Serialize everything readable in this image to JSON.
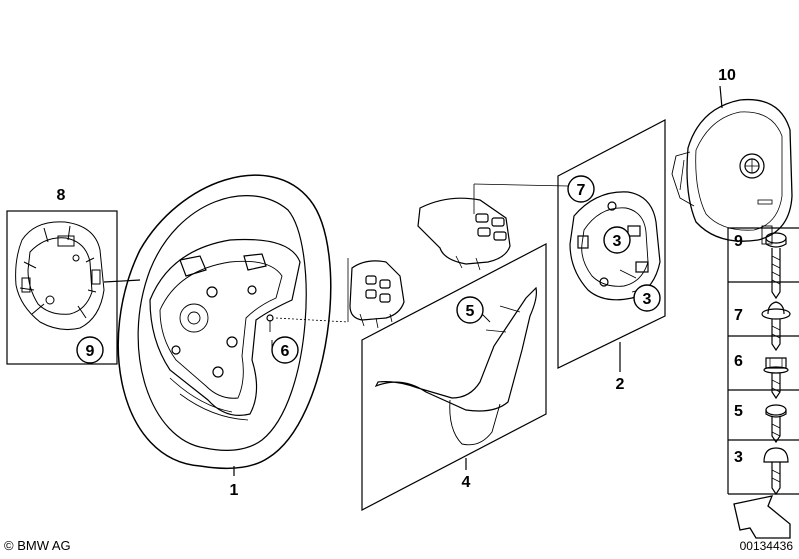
{
  "callouts": {
    "c1": "1",
    "c2": "2",
    "c3a": "3",
    "c3b": "3",
    "c4": "4",
    "c5": "5",
    "c6": "6",
    "c7": "7",
    "c8": "8",
    "c9": "9",
    "c10": "10"
  },
  "legend": {
    "items": [
      {
        "label": "9",
        "part": "screw-long"
      },
      {
        "label": "7",
        "part": "screw-flange"
      },
      {
        "label": "6",
        "part": "screw-hex-collar"
      },
      {
        "label": "5",
        "part": "screw-short"
      },
      {
        "label": "3",
        "part": "screw-round-head"
      }
    ]
  },
  "footer": {
    "copyright": "© BMW AG",
    "image_id": "00134436"
  }
}
